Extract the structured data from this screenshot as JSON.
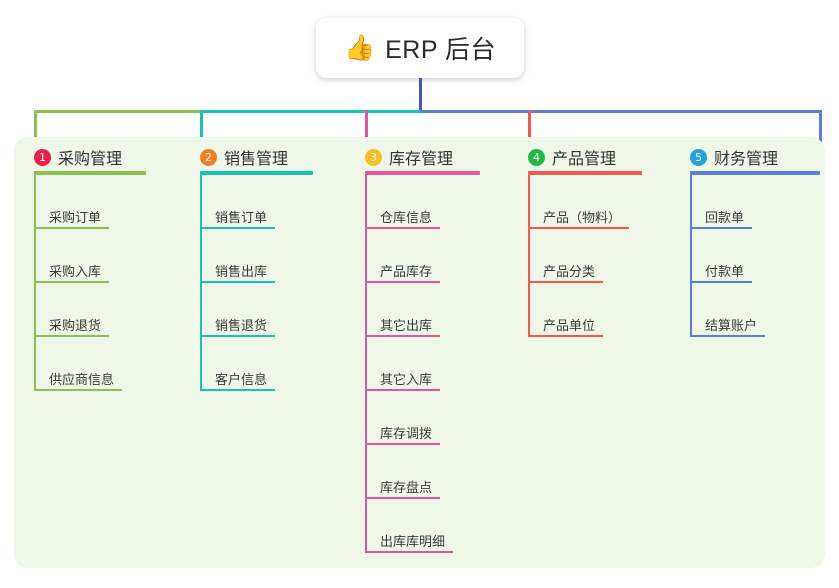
{
  "root": {
    "icon": "thumbs-up-emoji",
    "emoji": "👍",
    "title": "ERP 后台"
  },
  "theme": {
    "panel_bg": "#eef7e8",
    "page_bg": "#ffffff",
    "root_trunk": "#4a55b8",
    "text": "#333333"
  },
  "columns": [
    {
      "num": "1",
      "title": "采购管理",
      "badge_color": "#ec1c4b",
      "line_color": "#8cc152",
      "items": [
        {
          "label": "采购订单"
        },
        {
          "label": "采购入库"
        },
        {
          "label": "采购退货"
        },
        {
          "label": "供应商信息"
        }
      ]
    },
    {
      "num": "2",
      "title": "销售管理",
      "badge_color": "#f08023",
      "line_color": "#17c3b2",
      "items": [
        {
          "label": "销售订单"
        },
        {
          "label": "销售出库"
        },
        {
          "label": "销售退货"
        },
        {
          "label": "客户信息"
        }
      ]
    },
    {
      "num": "3",
      "title": "库存管理",
      "badge_color": "#f6c025",
      "line_color": "#e8539e",
      "items": [
        {
          "label": "仓库信息"
        },
        {
          "label": "产品库存"
        },
        {
          "label": "其它出库"
        },
        {
          "label": "其它入库"
        },
        {
          "label": "库存调拨"
        },
        {
          "label": "库存盘点"
        },
        {
          "label": "出库库明细"
        }
      ]
    },
    {
      "num": "4",
      "title": "产品管理",
      "badge_color": "#21ba45",
      "line_color": "#f4574f",
      "items": [
        {
          "label": "产品（物料）"
        },
        {
          "label": "产品分类"
        },
        {
          "label": "产品单位"
        }
      ]
    },
    {
      "num": "5",
      "title": "财务管理",
      "badge_color": "#22a3e0",
      "line_color": "#5b7fd4",
      "items": [
        {
          "label": "回款单"
        },
        {
          "label": "付款单"
        },
        {
          "label": "结算账户"
        }
      ]
    }
  ]
}
